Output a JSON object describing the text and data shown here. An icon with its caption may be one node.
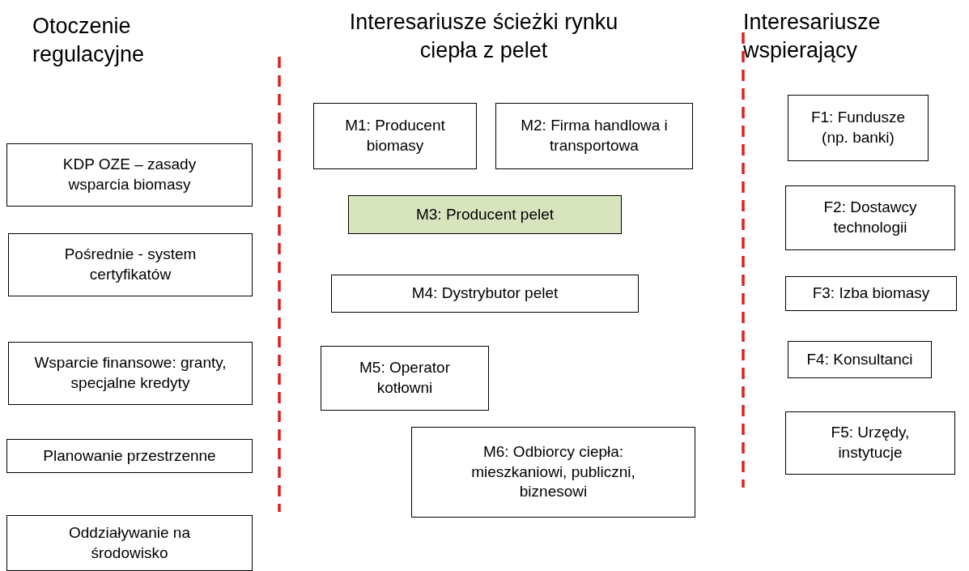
{
  "diagram": {
    "nodes": [
      {
        "text": [
          "KDP OZE – zasady wsparcia biomasy"
        ]
      },
      {
        "text": [
          "Pośrednie  - system certyfikatów"
        ]
      },
      {
        "text": [
          "Wsparcie finansowe: granty, specjalne kredyty"
        ]
      },
      {
        "text": [
          "Planowanie przestrzenne"
        ]
      },
      {
        "text": [
          "Oddziaływanie na środowisko"
        ]
      },
      {
        "text": [
          "M1: Producent biomasy"
        ]
      },
      {
        "text": [
          "M2: Firma handlowa i transportowa"
        ]
      },
      {
        "text": [
          "M3: Producent pelet"
        ]
      },
      {
        "text": [
          "M4: Dystrybutor pelet"
        ]
      },
      {
        "text": [
          "M5: Operator kotłowni"
        ]
      },
      {
        "text": [
          "M6: Odbiorcy ciepła: mieszkaniowi, publiczni, biznesowi"
        ]
      },
      {
        "text": [
          "F1: Fundusze (np. banki)"
        ]
      },
      {
        "text": [
          "F2: Dostawcy technologii"
        ]
      },
      {
        "text": [
          "F3: Izba biomasy"
        ]
      },
      {
        "text": [
          "F4: Konsultanci"
        ]
      },
      {
        "text": [
          "F5: Urzędy, instytucje"
        ]
      }
    ],
    "edges": [],
    "labels": [
      "Otoczenie regulacyjne",
      "Interesariusze ścieżki rynku ciepła z pelet",
      "Interesariusze wspierający"
    ]
  }
}
